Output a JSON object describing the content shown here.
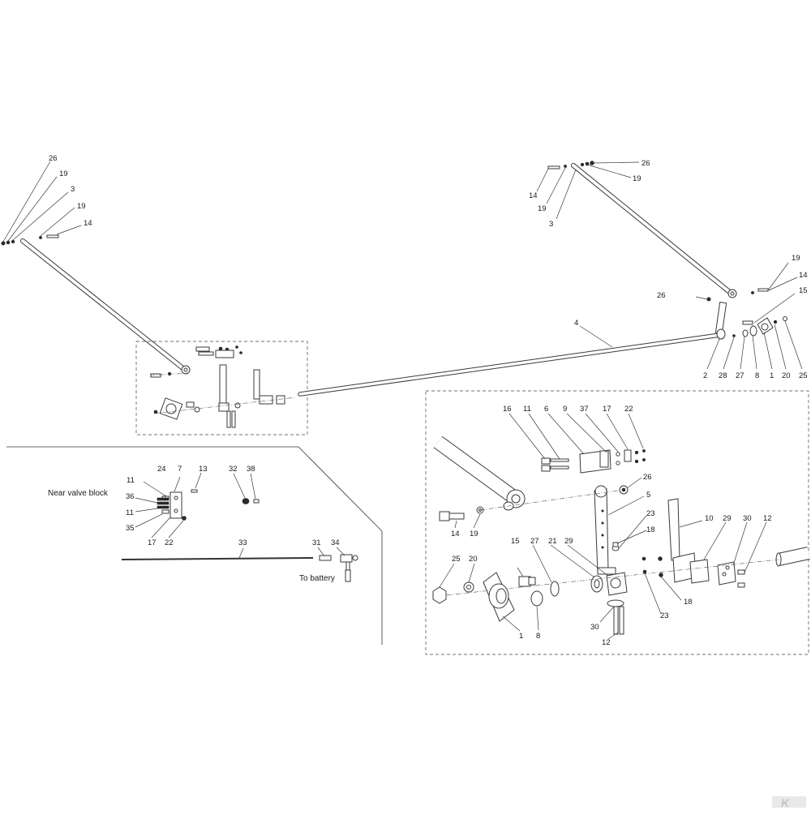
{
  "diagram": {
    "callouts_main": {
      "left_26": "26",
      "left_19a": "19",
      "left_3": "3",
      "left_19b": "19",
      "left_14": "14",
      "right_26": "26",
      "right_19a": "19",
      "right_14a": "14",
      "right_19b": "19",
      "right_3": "3",
      "right_19c": "19",
      "right_14b": "14",
      "right_15": "15",
      "right_26b": "26",
      "rod_4": "4",
      "right_2": "2",
      "right_28": "28",
      "right_27": "27",
      "right_8": "8",
      "right_1": "1",
      "right_20": "20",
      "right_25": "25"
    },
    "valve_inset": {
      "caption": "Near valve block",
      "c11a": "11",
      "c24": "24",
      "c7": "7",
      "c13": "13",
      "c36": "36",
      "c11b": "11",
      "c35": "35",
      "c17": "17",
      "c22": "22",
      "c32": "32",
      "c38": "38"
    },
    "cable": {
      "c33": "33",
      "c31": "31",
      "c34": "34",
      "caption": "To battery"
    },
    "detail_inset": {
      "c16": "16",
      "c11": "11",
      "c6": "6",
      "c9": "9",
      "c37": "37",
      "c17": "17",
      "c22": "22",
      "c26": "26",
      "c5": "5",
      "c23a": "23",
      "c18a": "18",
      "c14": "14",
      "c19": "19",
      "c10": "10",
      "c29a": "29",
      "c30a": "30",
      "c12a": "12",
      "c25": "25",
      "c20": "20",
      "c15": "15",
      "c27": "27",
      "c21": "21",
      "c29b": "29",
      "c18b": "18",
      "c23b": "23",
      "c1": "1",
      "c8": "8",
      "c30b": "30",
      "c12b": "12"
    },
    "brand_logo": "K"
  }
}
